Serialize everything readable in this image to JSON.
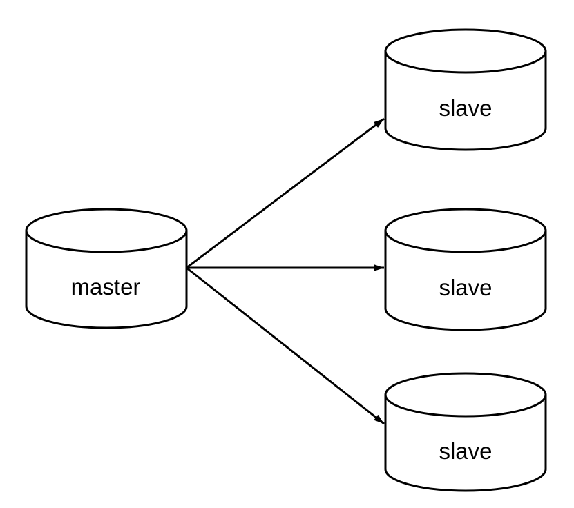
{
  "diagram": {
    "nodes": [
      {
        "id": "master",
        "label": "master",
        "shape": "database-cylinder"
      },
      {
        "id": "slave-1",
        "label": "slave",
        "shape": "database-cylinder"
      },
      {
        "id": "slave-2",
        "label": "slave",
        "shape": "database-cylinder"
      },
      {
        "id": "slave-3",
        "label": "slave",
        "shape": "database-cylinder"
      }
    ],
    "edges": [
      {
        "from": "master",
        "to": "slave-1",
        "style": "solid-arrow"
      },
      {
        "from": "master",
        "to": "slave-2",
        "style": "solid-arrow"
      },
      {
        "from": "master",
        "to": "slave-3",
        "style": "solid-arrow"
      }
    ],
    "colors": {
      "stroke": "#000000",
      "node_fill": "#ffffff",
      "text": "#000000",
      "background": "#ffffff"
    }
  }
}
